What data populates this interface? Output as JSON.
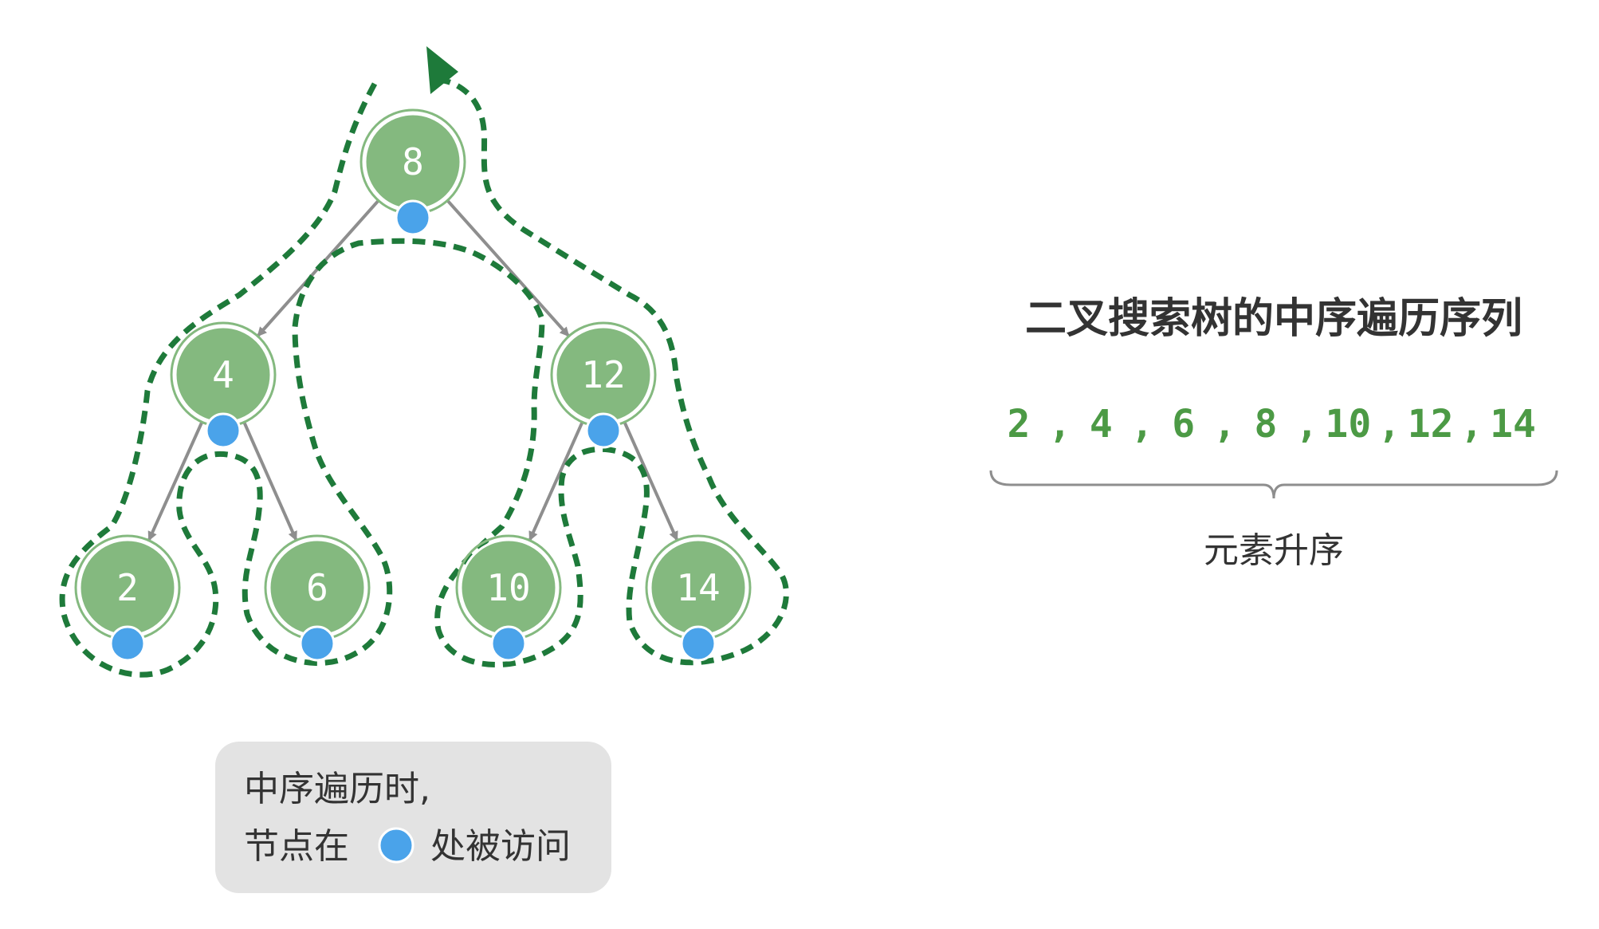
{
  "tree": {
    "nodes": [
      {
        "id": "n8",
        "value": "8"
      },
      {
        "id": "n4",
        "value": "4"
      },
      {
        "id": "n12",
        "value": "12"
      },
      {
        "id": "n2",
        "value": "2"
      },
      {
        "id": "n6",
        "value": "6"
      },
      {
        "id": "n10",
        "value": "10"
      },
      {
        "id": "n14",
        "value": "14"
      }
    ],
    "edges": [
      [
        "n8",
        "n4"
      ],
      [
        "n8",
        "n12"
      ],
      [
        "n4",
        "n2"
      ],
      [
        "n4",
        "n6"
      ],
      [
        "n12",
        "n10"
      ],
      [
        "n12",
        "n14"
      ]
    ]
  },
  "colors": {
    "node_fill": "#84b97f",
    "visit_dot": "#4aa3ea",
    "traversal_path": "#1e7a3a",
    "sequence_text": "#4c9a45",
    "note_box": "#e3e3e3"
  },
  "sequence": {
    "title": "二叉搜索树的中序遍历序列",
    "values": [
      "2",
      "4",
      "6",
      "8",
      "10",
      "12",
      "14"
    ],
    "brace_label": "元素升序"
  },
  "note": {
    "line1": "中序遍历时,",
    "line2_before": "节点在",
    "line2_after": "处被访问"
  }
}
